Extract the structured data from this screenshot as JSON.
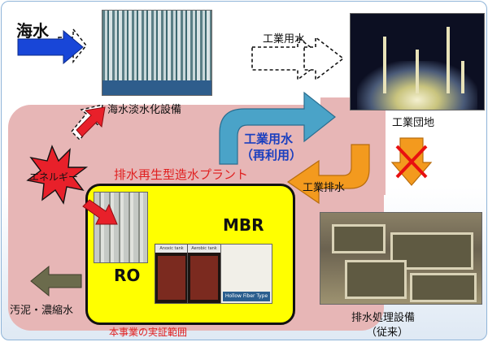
{
  "labels": {
    "seawater": "海水",
    "desal_facility": "海水淡水化設備",
    "industrial_water": "工業用水",
    "industrial_zone": "工業団地",
    "reuse_line1": "工業用水",
    "reuse_line2": "（再利用）",
    "energy": "エネルギー",
    "plant_title": "排水再生型造水プラント",
    "industrial_wastewater": "工業排水",
    "mbr": "MBR",
    "ro": "RO",
    "sludge": "汚泥・濃縮水",
    "scope": "本事業の実証範囲",
    "wastewater_facility_line1": "排水処理設備",
    "wastewater_facility_line2": "（従来）"
  },
  "photo_text": {
    "anoxic": "Anoxic tank",
    "aerobic": "Aerobic tank",
    "hollow_fiber": "Hollow Fiber Type"
  },
  "colors": {
    "pink_region": "#e7b6b6",
    "yellow_box": "#ffff00",
    "reuse_arrow": "#4aa3c8",
    "wastewater_arrow": "#f39a1e",
    "seawater_arrow": "#1846d8",
    "sludge_arrow": "#6b6b4c",
    "energy_burst": "#e8202a",
    "title_red": "#e02020",
    "reuse_text": "#1b3fbf"
  }
}
